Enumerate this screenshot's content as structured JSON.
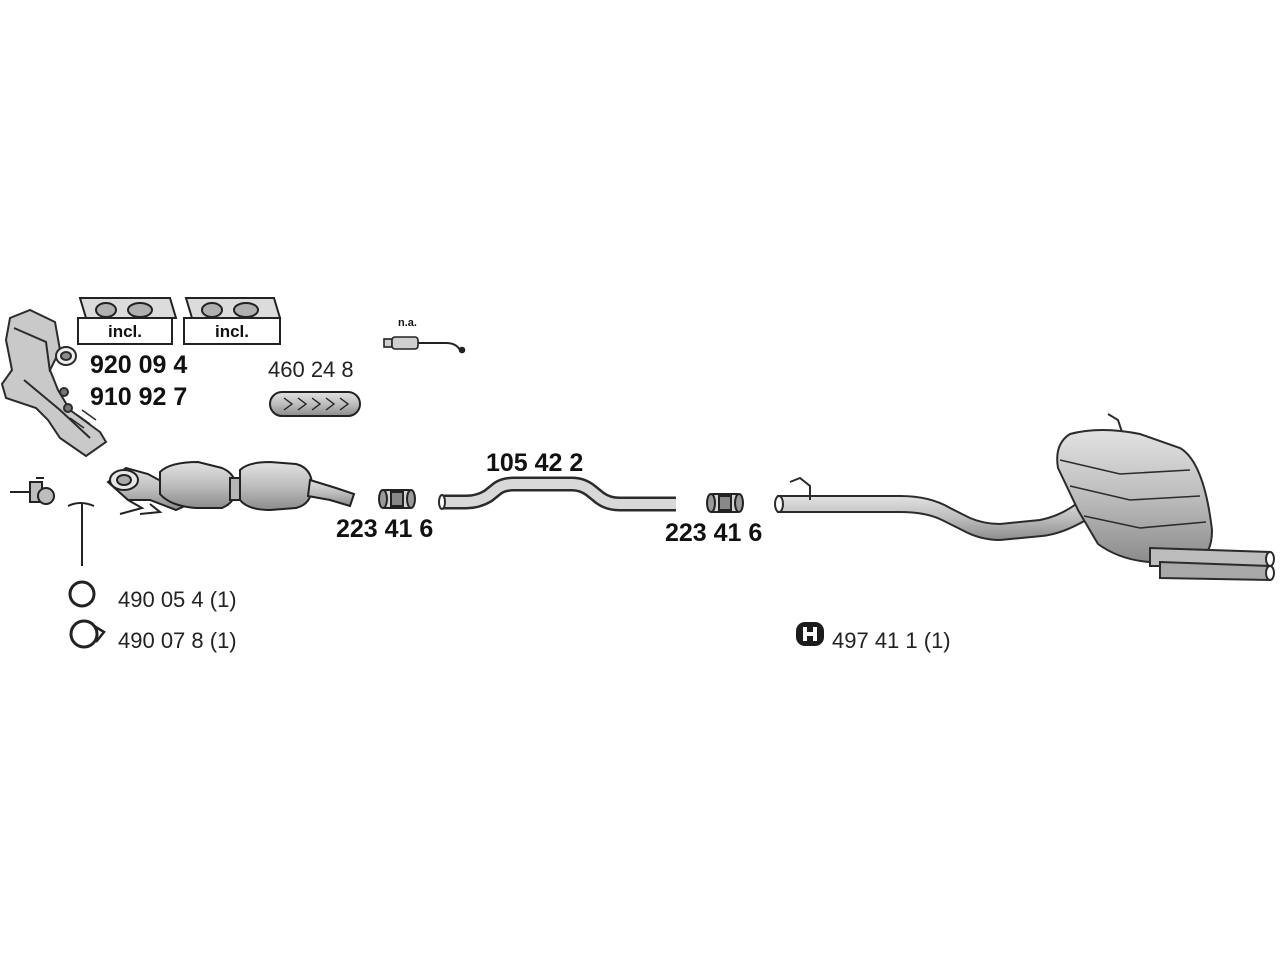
{
  "kit_box_labels": [
    "incl.",
    "incl."
  ],
  "part_numbers": {
    "kit_1": "920 09 4",
    "kit_2": "910 92 7",
    "flex_pipe": "460 24 8",
    "sensor_note": "n.a.",
    "front_pipe": "105 42 2",
    "clamp_left": "223 41 6",
    "clamp_right": "223 41 6",
    "ring": "490 05 4 (1)",
    "clip": "490 07 8 (1)",
    "rubber_mount": "497 41 1 (1)"
  },
  "colors": {
    "part_fill": "#c9c9c9",
    "part_stroke": "#2b2b2b",
    "label_text": "#111111"
  }
}
